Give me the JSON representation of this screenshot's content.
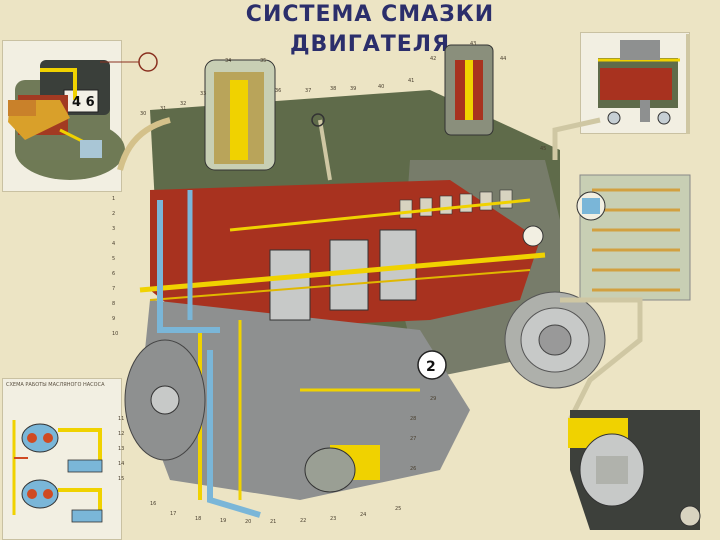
{
  "title": "СИСТЕМА СМАЗКИ ДВИГАТЕЛЯ",
  "pump_caption": "СХЕМА РАБОТЫ МАСЛЯНОГО НАСОСА",
  "gauge_text": "4 6",
  "pulley_mark": "2",
  "part_numbers": [
    "1",
    "2",
    "3",
    "4",
    "5",
    "6",
    "7",
    "8",
    "9",
    "10",
    "11",
    "12",
    "13",
    "14",
    "15",
    "16",
    "17",
    "18",
    "19",
    "20",
    "21",
    "22",
    "23",
    "24",
    "25",
    "26",
    "27",
    "28",
    "29",
    "30",
    "31",
    "32",
    "33",
    "34",
    "35",
    "36",
    "37",
    "38",
    "39",
    "40",
    "41",
    "42",
    "43",
    "44",
    "45"
  ],
  "colors": {
    "oil_red": "#a8321f",
    "oil_yellow": "#f0d200",
    "block_green": "#5f6b4a",
    "steel_grey": "#8e9090",
    "pipe_blue": "#7ab6d8",
    "title_blue": "#2b2e6b"
  }
}
